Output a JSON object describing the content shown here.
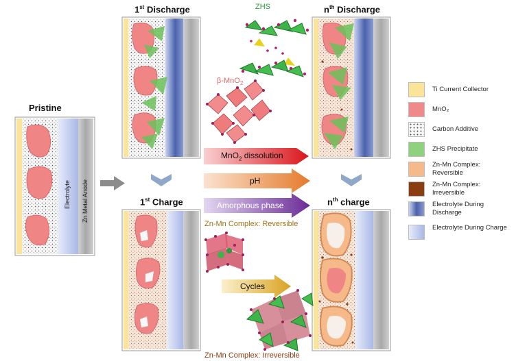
{
  "titles": {
    "pristine": "Pristine",
    "discharge1": "1st Discharge",
    "discharge1_base": "1",
    "discharge1_sup": "st",
    "discharge1_rest": " Discharge",
    "dischargeN_base": "n",
    "dischargeN_sup": "th",
    "dischargeN_rest": " Discharge",
    "charge1_base": "1",
    "charge1_sup": "st",
    "charge1_rest": " Charge",
    "chargeN_base": "n",
    "chargeN_sup": "th",
    "chargeN_rest": " charge"
  },
  "cell_labels": {
    "electrolyte": "Electrolyte",
    "anode": "Zn Metal Anode"
  },
  "structures": {
    "zhs": "ZHS",
    "mno2_prefix": "β-MnO",
    "mno2_sub": "2",
    "complex_reversible": "Zn-Mn Complex: Reversible",
    "complex_irreversible": "Zn-Mn Complex: Irreversible"
  },
  "arrows": {
    "dissolution_prefix": "MnO",
    "dissolution_sub": "2",
    "dissolution_rest": " dissolution",
    "ph": "pH",
    "amorphous": "Amorphous phase",
    "cycles": "Cycles"
  },
  "legend": [
    {
      "label": "Ti Current Collector",
      "color": "#f9e49a"
    },
    {
      "label": "MnO₂",
      "color": "#f08a8a"
    },
    {
      "label": "Carbon Additive",
      "color": "#f3f3f3"
    },
    {
      "label": "ZHS Precipitate",
      "color": "#8fd17f"
    },
    {
      "label": "Zn-Mn Complex: Reversible",
      "color": "#f6b98a"
    },
    {
      "label": "Zn-Mn Complex: Irreversible",
      "color": "#8b3d12"
    },
    {
      "label": "Electrolyte During Discharge",
      "color": "#4a5fa8"
    },
    {
      "label": "Electrolyte During Charge",
      "color": "#b8c6ea"
    }
  ]
}
